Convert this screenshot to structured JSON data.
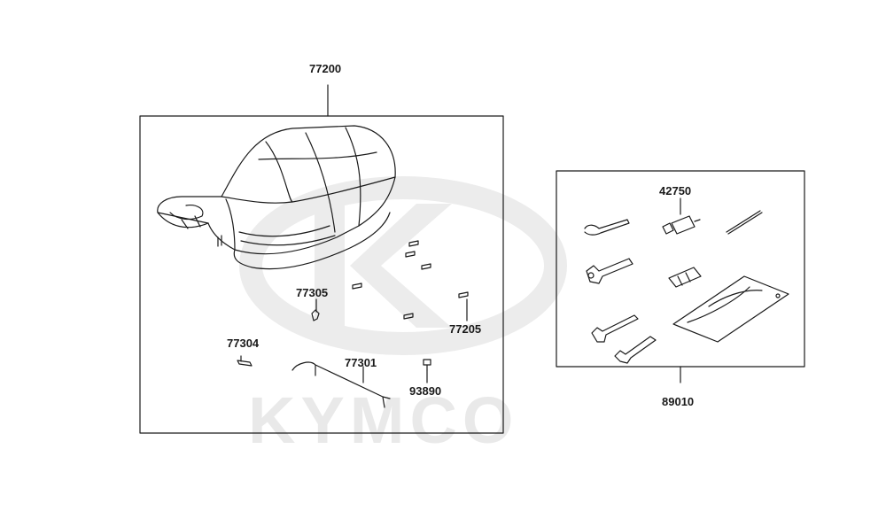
{
  "watermark": {
    "brand_text": "KYMCO"
  },
  "seat_group": {
    "assembly_number": "77200",
    "parts": {
      "p77305": "77305",
      "p77205": "77205",
      "p77304": "77304",
      "p77301": "77301",
      "p93890": "93890"
    }
  },
  "tool_group": {
    "assembly_number": "89010",
    "parts": {
      "p42750": "42750"
    }
  },
  "colors": {
    "line": "#1a1a1a",
    "watermark": "#e9e9e9",
    "background": "#ffffff"
  }
}
